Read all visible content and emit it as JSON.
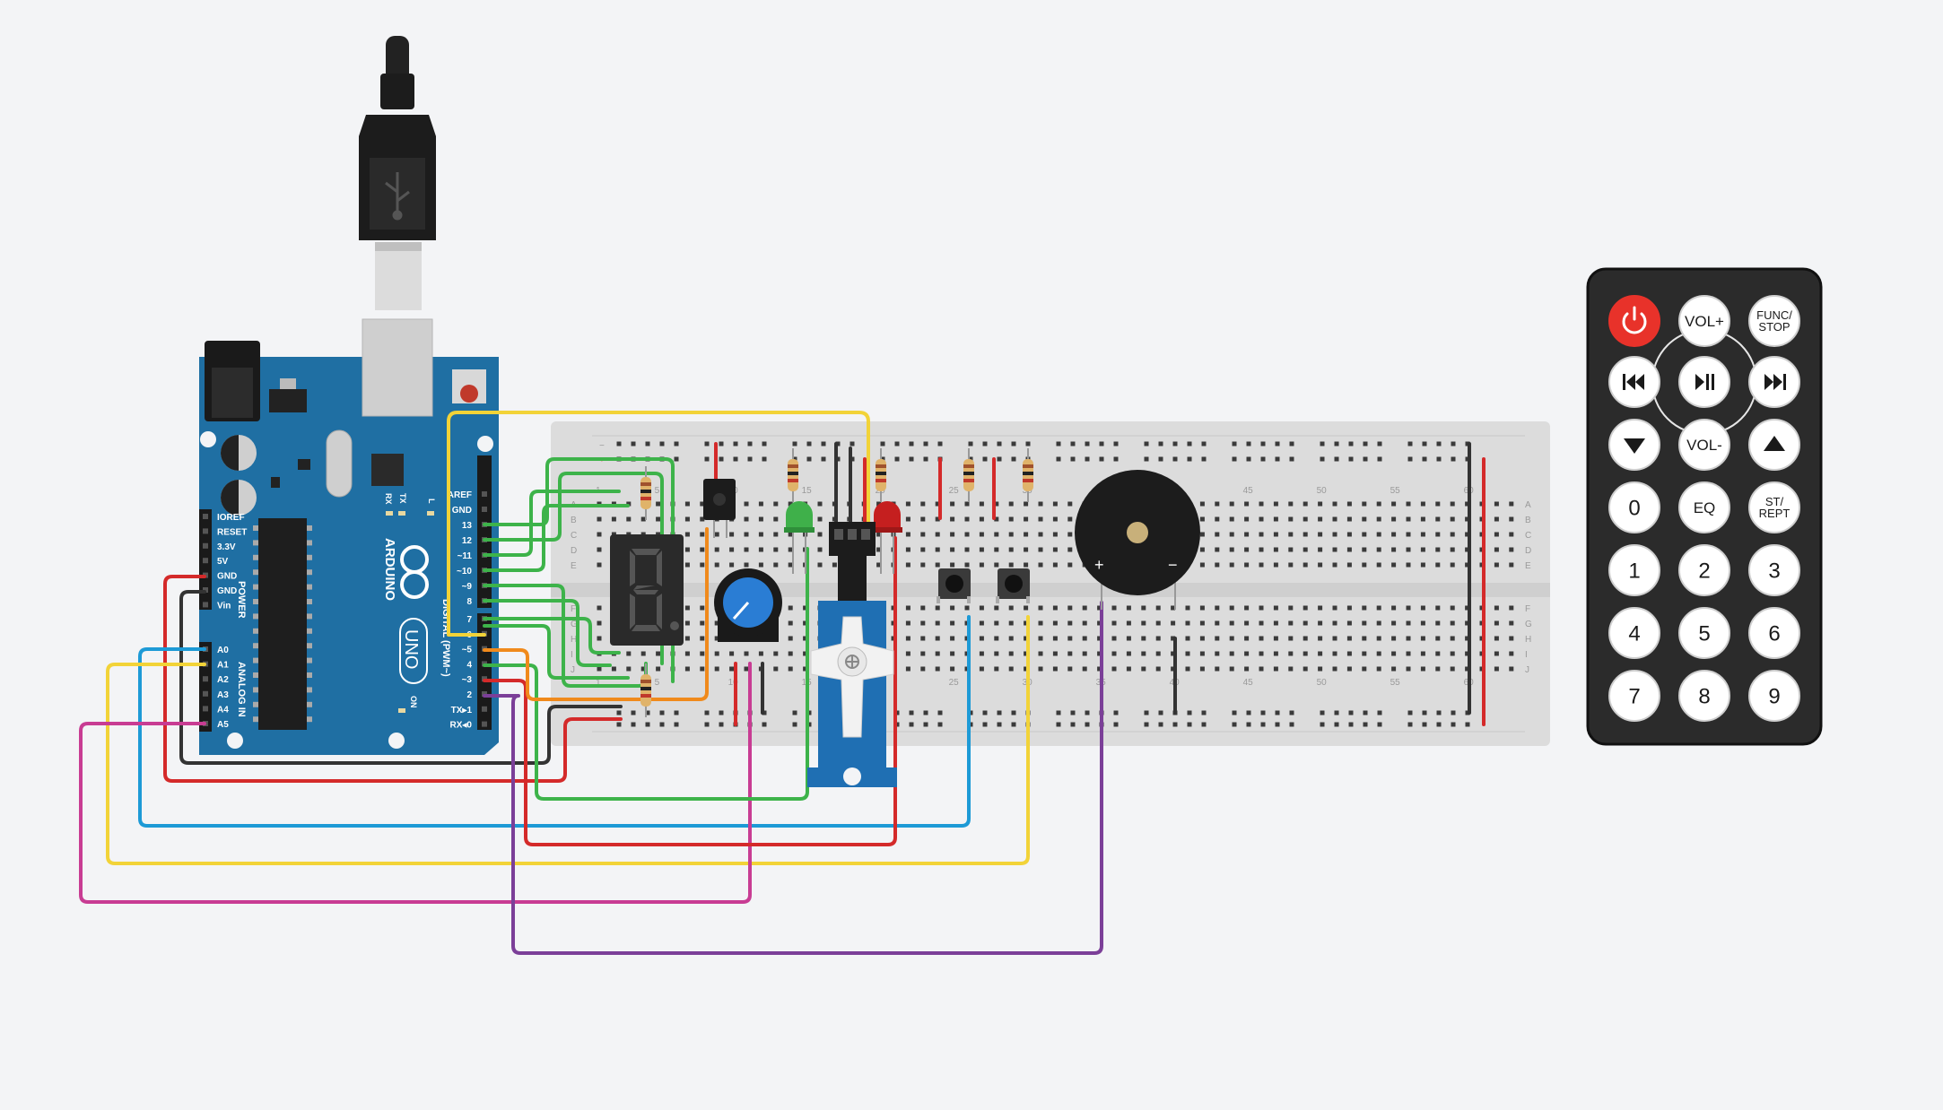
{
  "colors": {
    "background": "#f3f4f6",
    "arduino_board": "#1f6fa3",
    "breadboard": "#dcdcdc",
    "remote_body": "#2b2b2b",
    "power_button": "#e8322a",
    "wire_red": "#d42a2a",
    "wire_black": "#333333",
    "wire_green": "#3db34a",
    "wire_yellow": "#f2d338",
    "wire_blue": "#1d9ad6",
    "wire_orange": "#f08a1c",
    "wire_magenta": "#c83c93",
    "wire_purple": "#7b3f98"
  },
  "arduino": {
    "brand": "ARDUINO",
    "model": "UNO",
    "logo_icon": "infinity-logo-icon",
    "tx_label": "TX",
    "rx_label": "RX",
    "l_label": "L",
    "on_label": "ON",
    "power_label": "POWER",
    "analog_label": "ANALOG IN",
    "digital_label": "DIGITAL (PWM~)",
    "power_pins": [
      "IOREF",
      "RESET",
      "3.3V",
      "5V",
      "GND",
      "GND",
      "Vin"
    ],
    "analog_pins": [
      "A0",
      "A1",
      "A2",
      "A3",
      "A4",
      "A5"
    ],
    "digital_pins_upper": [
      "AREF",
      "GND",
      "13",
      "12",
      "~11",
      "~10",
      "~9",
      "8"
    ],
    "digital_pins_lower": [
      "7",
      "~6",
      "~5",
      "4",
      "~3",
      "2",
      "TX▸1",
      "RX◂0"
    ]
  },
  "breadboard": {
    "column_numbers": [
      "1",
      "5",
      "10",
      "15",
      "20",
      "25",
      "30",
      "35",
      "40",
      "45",
      "50",
      "55",
      "60"
    ],
    "row_letters_top": [
      "A",
      "B",
      "C",
      "D",
      "E"
    ],
    "row_letters_bottom": [
      "F",
      "G",
      "H",
      "I",
      "J"
    ],
    "rail_plus": "+",
    "rail_minus": "−"
  },
  "buzzer": {
    "plus_label": "+",
    "minus_label": "−"
  },
  "remote": {
    "buttons": [
      {
        "label": "",
        "icon": "power-icon",
        "variant": "red"
      },
      {
        "label": "VOL+",
        "icon": "",
        "variant": "white"
      },
      {
        "label": "FUNC/\nSTOP",
        "icon": "",
        "variant": "white"
      },
      {
        "label": "",
        "icon": "skip-back-icon",
        "variant": "white"
      },
      {
        "label": "",
        "icon": "play-pause-icon",
        "variant": "white"
      },
      {
        "label": "",
        "icon": "skip-forward-icon",
        "variant": "white"
      },
      {
        "label": "",
        "icon": "down-arrow-icon",
        "variant": "white"
      },
      {
        "label": "VOL-",
        "icon": "",
        "variant": "white"
      },
      {
        "label": "",
        "icon": "up-arrow-icon",
        "variant": "white"
      },
      {
        "label": "0",
        "icon": "",
        "variant": "white"
      },
      {
        "label": "EQ",
        "icon": "",
        "variant": "white"
      },
      {
        "label": "ST/\nREPT",
        "icon": "",
        "variant": "white"
      },
      {
        "label": "1",
        "icon": "",
        "variant": "white"
      },
      {
        "label": "2",
        "icon": "",
        "variant": "white"
      },
      {
        "label": "3",
        "icon": "",
        "variant": "white"
      },
      {
        "label": "4",
        "icon": "",
        "variant": "white"
      },
      {
        "label": "5",
        "icon": "",
        "variant": "white"
      },
      {
        "label": "6",
        "icon": "",
        "variant": "white"
      },
      {
        "label": "7",
        "icon": "",
        "variant": "white"
      },
      {
        "label": "8",
        "icon": "",
        "variant": "white"
      },
      {
        "label": "9",
        "icon": "",
        "variant": "white"
      }
    ]
  }
}
